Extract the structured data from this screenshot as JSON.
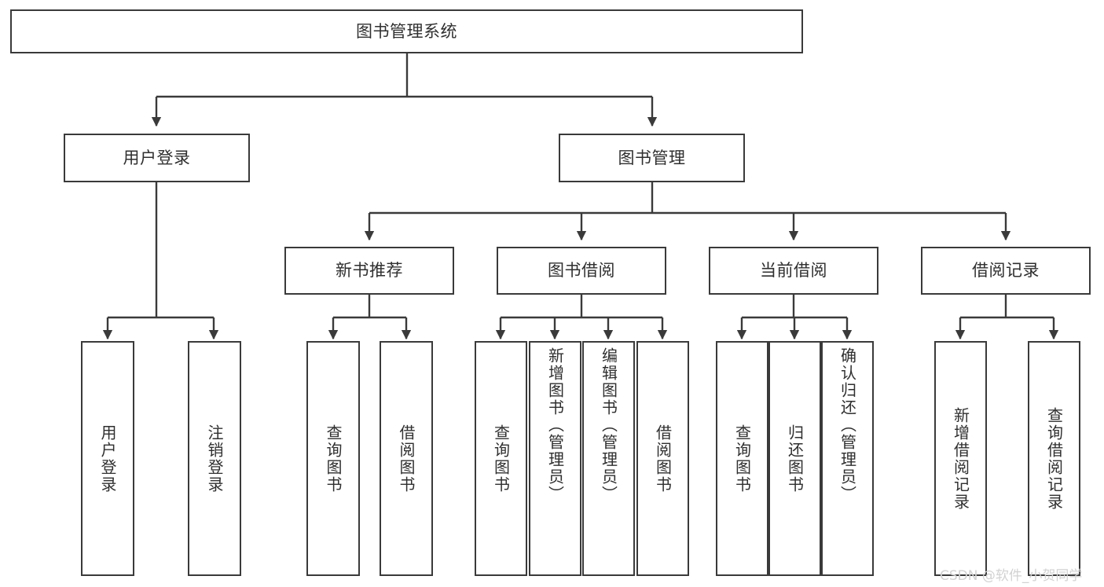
{
  "diagram": {
    "title": "图书管理系统",
    "type": "tree",
    "stroke_color": "#3a3a3a",
    "text_color": "#2f2f2f",
    "background_color": "#ffffff",
    "watermark": "CSDN @软件_小贺同学",
    "watermark_color": "#d2d2d2"
  },
  "nodes": {
    "root": {
      "label": "图书管理系统",
      "level": 0
    },
    "level1": [
      {
        "id": "user-login",
        "label": "用户登录"
      },
      {
        "id": "book-manage",
        "label": "图书管理"
      }
    ],
    "level2": [
      {
        "id": "new-book-recommend",
        "label": "新书推荐",
        "parent": "book-manage"
      },
      {
        "id": "book-borrow",
        "label": "图书借阅",
        "parent": "book-manage"
      },
      {
        "id": "current-borrow",
        "label": "当前借阅",
        "parent": "book-manage"
      },
      {
        "id": "borrow-record",
        "label": "借阅记录",
        "parent": "book-manage"
      }
    ],
    "leaves": [
      {
        "id": "leaf-user-login",
        "label": "用户登录",
        "parent": "user-login"
      },
      {
        "id": "leaf-user-logout",
        "label": "注销登录",
        "parent": "user-login"
      },
      {
        "id": "leaf-recommend-query",
        "label": "查询图书",
        "parent": "new-book-recommend"
      },
      {
        "id": "leaf-recommend-borrow",
        "label": "借阅图书",
        "parent": "new-book-recommend"
      },
      {
        "id": "leaf-borrow-query",
        "label": "查询图书",
        "parent": "book-borrow"
      },
      {
        "id": "leaf-borrow-add",
        "label": "新增图书（管理员）",
        "parent": "book-borrow"
      },
      {
        "id": "leaf-borrow-edit",
        "label": "编辑图书（管理员）",
        "parent": "book-borrow"
      },
      {
        "id": "leaf-borrow-lend",
        "label": "借阅图书",
        "parent": "book-borrow"
      },
      {
        "id": "leaf-current-query",
        "label": "查询图书",
        "parent": "current-borrow"
      },
      {
        "id": "leaf-current-return",
        "label": "归还图书",
        "parent": "current-borrow"
      },
      {
        "id": "leaf-current-confirm",
        "label": "确认归还（管理员）",
        "parent": "current-borrow"
      },
      {
        "id": "leaf-record-add",
        "label": "新增借阅记录",
        "parent": "borrow-record"
      },
      {
        "id": "leaf-record-query",
        "label": "查询借阅记录",
        "parent": "borrow-record"
      }
    ]
  }
}
